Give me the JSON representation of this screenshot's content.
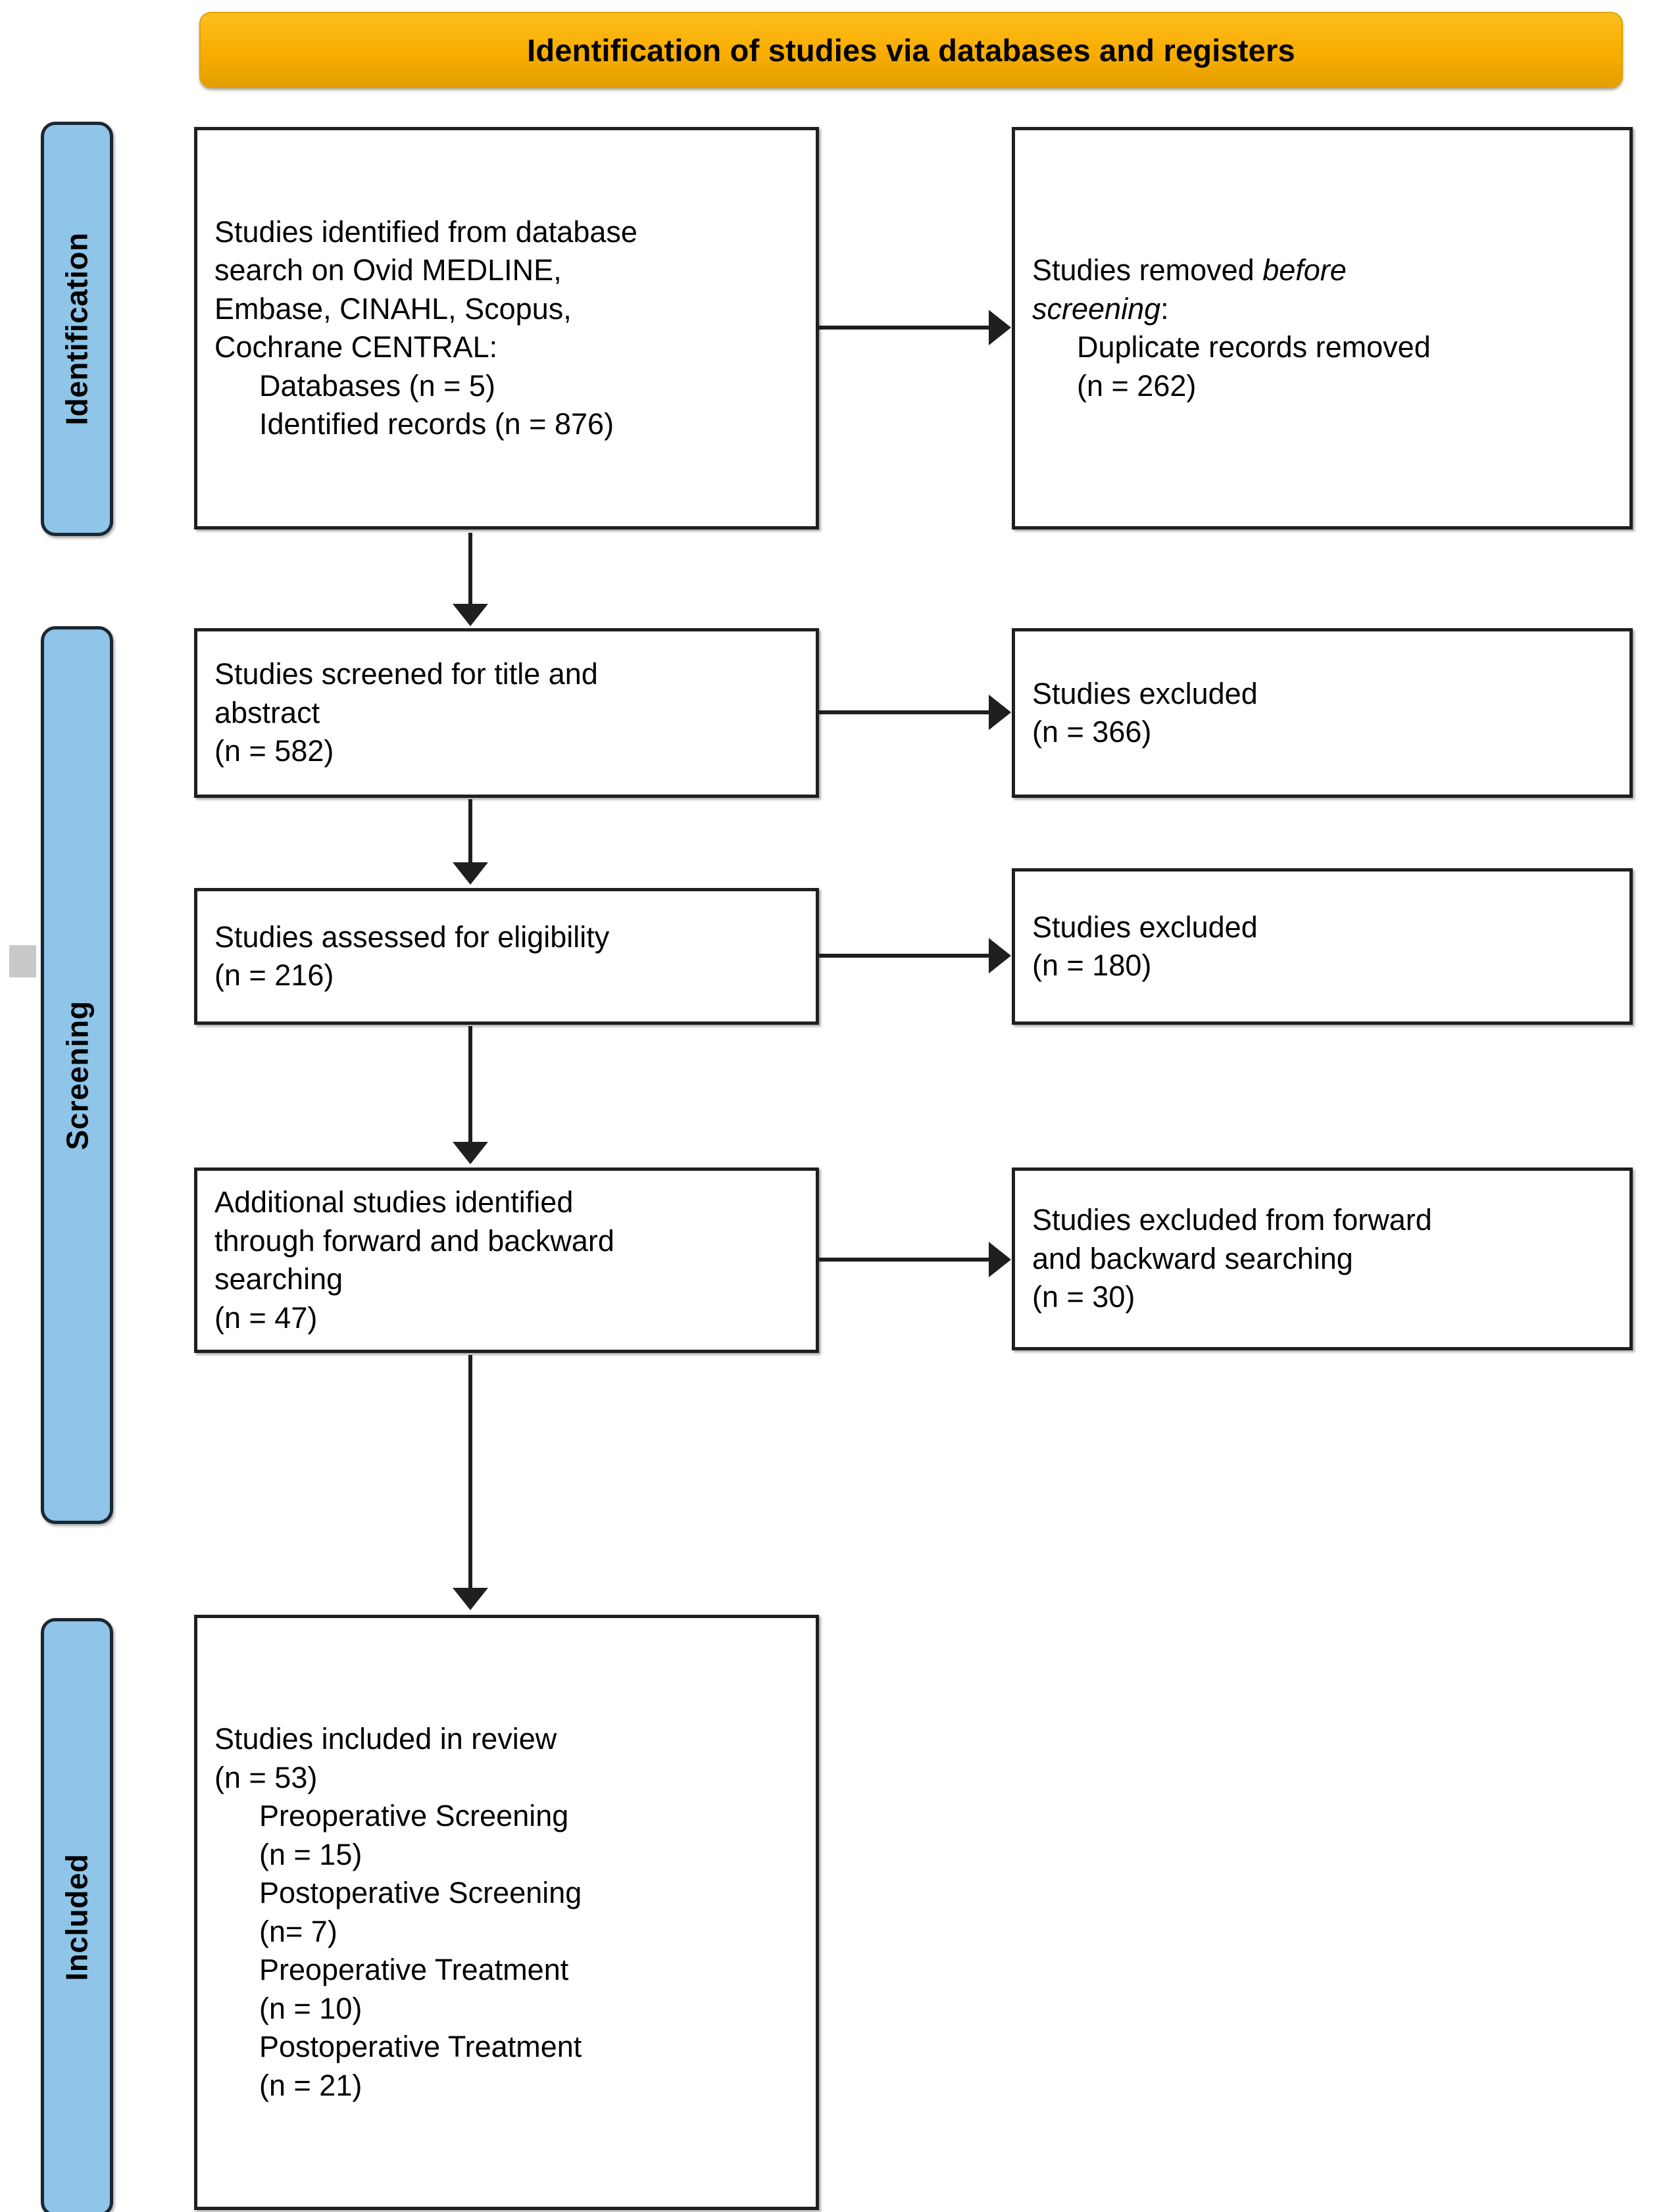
{
  "banner": {
    "title": "Identification of studies via databases and registers",
    "color": "#fcb913"
  },
  "stages": {
    "identification": "Identification",
    "screening": "Screening",
    "included": "Included",
    "color": "#8ec5e8"
  },
  "boxes": {
    "identified": {
      "line1": "Studies identified from database",
      "line2": "search on Ovid MEDLINE,",
      "line3": "Embase, CINAHL, Scopus,",
      "line4": "Cochrane CENTRAL:",
      "sub1": "Databases (n = 5)",
      "sub2": "Identified records (n = 876)"
    },
    "removed": {
      "line1_pre": "Studies removed ",
      "line1_em": "before",
      "line2_em": "screening",
      "line2_post": ":",
      "sub1": "Duplicate records removed",
      "sub2": "(n = 262)"
    },
    "screened": {
      "line1": "Studies screened for title and",
      "line2": "abstract",
      "line3": "(n = 582)"
    },
    "excluded1": {
      "line1": "Studies excluded",
      "line2": "(n = 366)"
    },
    "eligibility": {
      "line1": "Studies assessed for eligibility",
      "line2": "(n = 216)"
    },
    "excluded2": {
      "line1": "Studies excluded",
      "line2": "(n = 180)"
    },
    "additional": {
      "line1": "Additional studies identified",
      "line2": "through forward and backward",
      "line3": "searching",
      "line4": "(n = 47)"
    },
    "excluded3": {
      "line1": "Studies excluded from forward",
      "line2": "and backward searching",
      "line3": "(n = 30)"
    },
    "included": {
      "line1": "Studies included in review",
      "line2": "(n = 53)",
      "sub1": "Preoperative Screening",
      "sub2": "(n = 15)",
      "sub3": "Postoperative Screening",
      "sub4": "(n= 7)",
      "sub5": "Preoperative Treatment",
      "sub6": "(n = 10)",
      "sub7": "Postoperative Treatment",
      "sub8": "(n = 21)"
    }
  },
  "chart_data": {
    "type": "diagram",
    "title": "Identification of studies via databases and registers",
    "nodes": [
      {
        "id": "identified",
        "stage": "Identification",
        "label": "Studies identified from database search on Ovid MEDLINE, Embase, CINAHL, Scopus, Cochrane CENTRAL",
        "databases": 5,
        "records": 876
      },
      {
        "id": "removed",
        "stage": "Identification",
        "label": "Studies removed before screening: Duplicate records removed",
        "n": 262
      },
      {
        "id": "screened",
        "stage": "Screening",
        "label": "Studies screened for title and abstract",
        "n": 582
      },
      {
        "id": "excluded1",
        "stage": "Screening",
        "label": "Studies excluded",
        "n": 366
      },
      {
        "id": "eligibility",
        "stage": "Screening",
        "label": "Studies assessed for eligibility",
        "n": 216
      },
      {
        "id": "excluded2",
        "stage": "Screening",
        "label": "Studies excluded",
        "n": 180
      },
      {
        "id": "additional",
        "stage": "Screening",
        "label": "Additional studies identified through forward and backward searching",
        "n": 47
      },
      {
        "id": "excluded3",
        "stage": "Screening",
        "label": "Studies excluded from forward and backward searching",
        "n": 30
      },
      {
        "id": "included",
        "stage": "Included",
        "label": "Studies included in review",
        "n": 53,
        "breakdown": [
          {
            "label": "Preoperative Screening",
            "n": 15
          },
          {
            "label": "Postoperative Screening",
            "n": 7
          },
          {
            "label": "Preoperative Treatment",
            "n": 10
          },
          {
            "label": "Postoperative Treatment",
            "n": 21
          }
        ]
      }
    ],
    "edges": [
      {
        "from": "identified",
        "to": "removed",
        "direction": "right"
      },
      {
        "from": "identified",
        "to": "screened",
        "direction": "down"
      },
      {
        "from": "screened",
        "to": "excluded1",
        "direction": "right"
      },
      {
        "from": "screened",
        "to": "eligibility",
        "direction": "down"
      },
      {
        "from": "eligibility",
        "to": "excluded2",
        "direction": "right"
      },
      {
        "from": "eligibility",
        "to": "additional",
        "direction": "down"
      },
      {
        "from": "additional",
        "to": "excluded3",
        "direction": "right"
      },
      {
        "from": "additional",
        "to": "included",
        "direction": "down"
      }
    ]
  }
}
